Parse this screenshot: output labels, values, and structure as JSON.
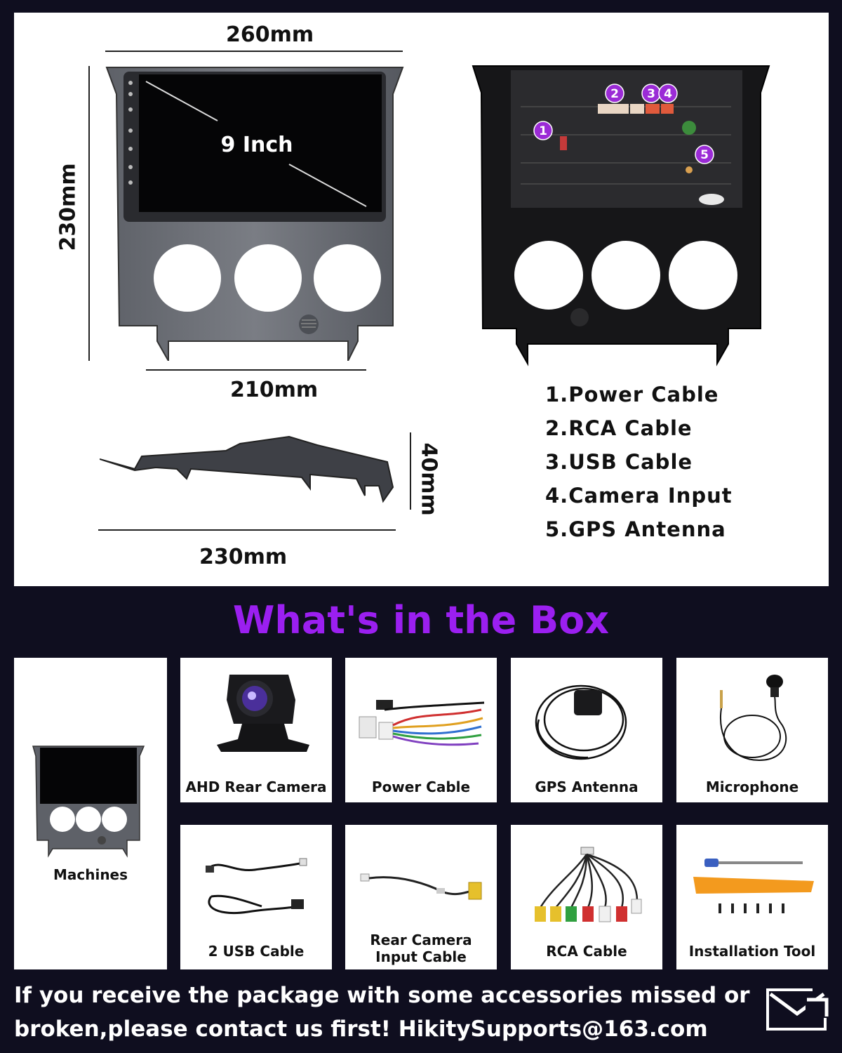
{
  "dimensions": {
    "top_width": "260mm",
    "height": "230mm",
    "bottom_width": "210mm",
    "screen_size": "9 Inch",
    "depth": "40mm",
    "side_width": "230mm"
  },
  "connector_markers": [
    "1",
    "2",
    "3",
    "4",
    "5"
  ],
  "legend": [
    "1.Power Cable",
    "2.RCA Cable",
    "3.USB Cable",
    "4.Camera Input",
    "5.GPS Antenna"
  ],
  "box_title": "What's in the Box",
  "box_items": {
    "machines": "Machines",
    "camera": "AHD Rear Camera",
    "power": "Power Cable",
    "gps": "GPS Antenna",
    "mic": "Microphone",
    "usb": "2 USB Cable",
    "rear_cam_line1": "Rear Camera",
    "rear_cam_line2": "Input Cable",
    "rca": "RCA Cable",
    "tool": "Installation Tool"
  },
  "footer": {
    "line1": "If you receive the package with some accessories missed or",
    "line2": "broken,please contact us first! HikitySupports@163.com"
  },
  "colors": {
    "background": "#0f0e1f",
    "title_accent": "#9b1ff0",
    "marker_purple": "#9b2bd6"
  },
  "icons": {
    "footer_icon": "mail-icon"
  }
}
